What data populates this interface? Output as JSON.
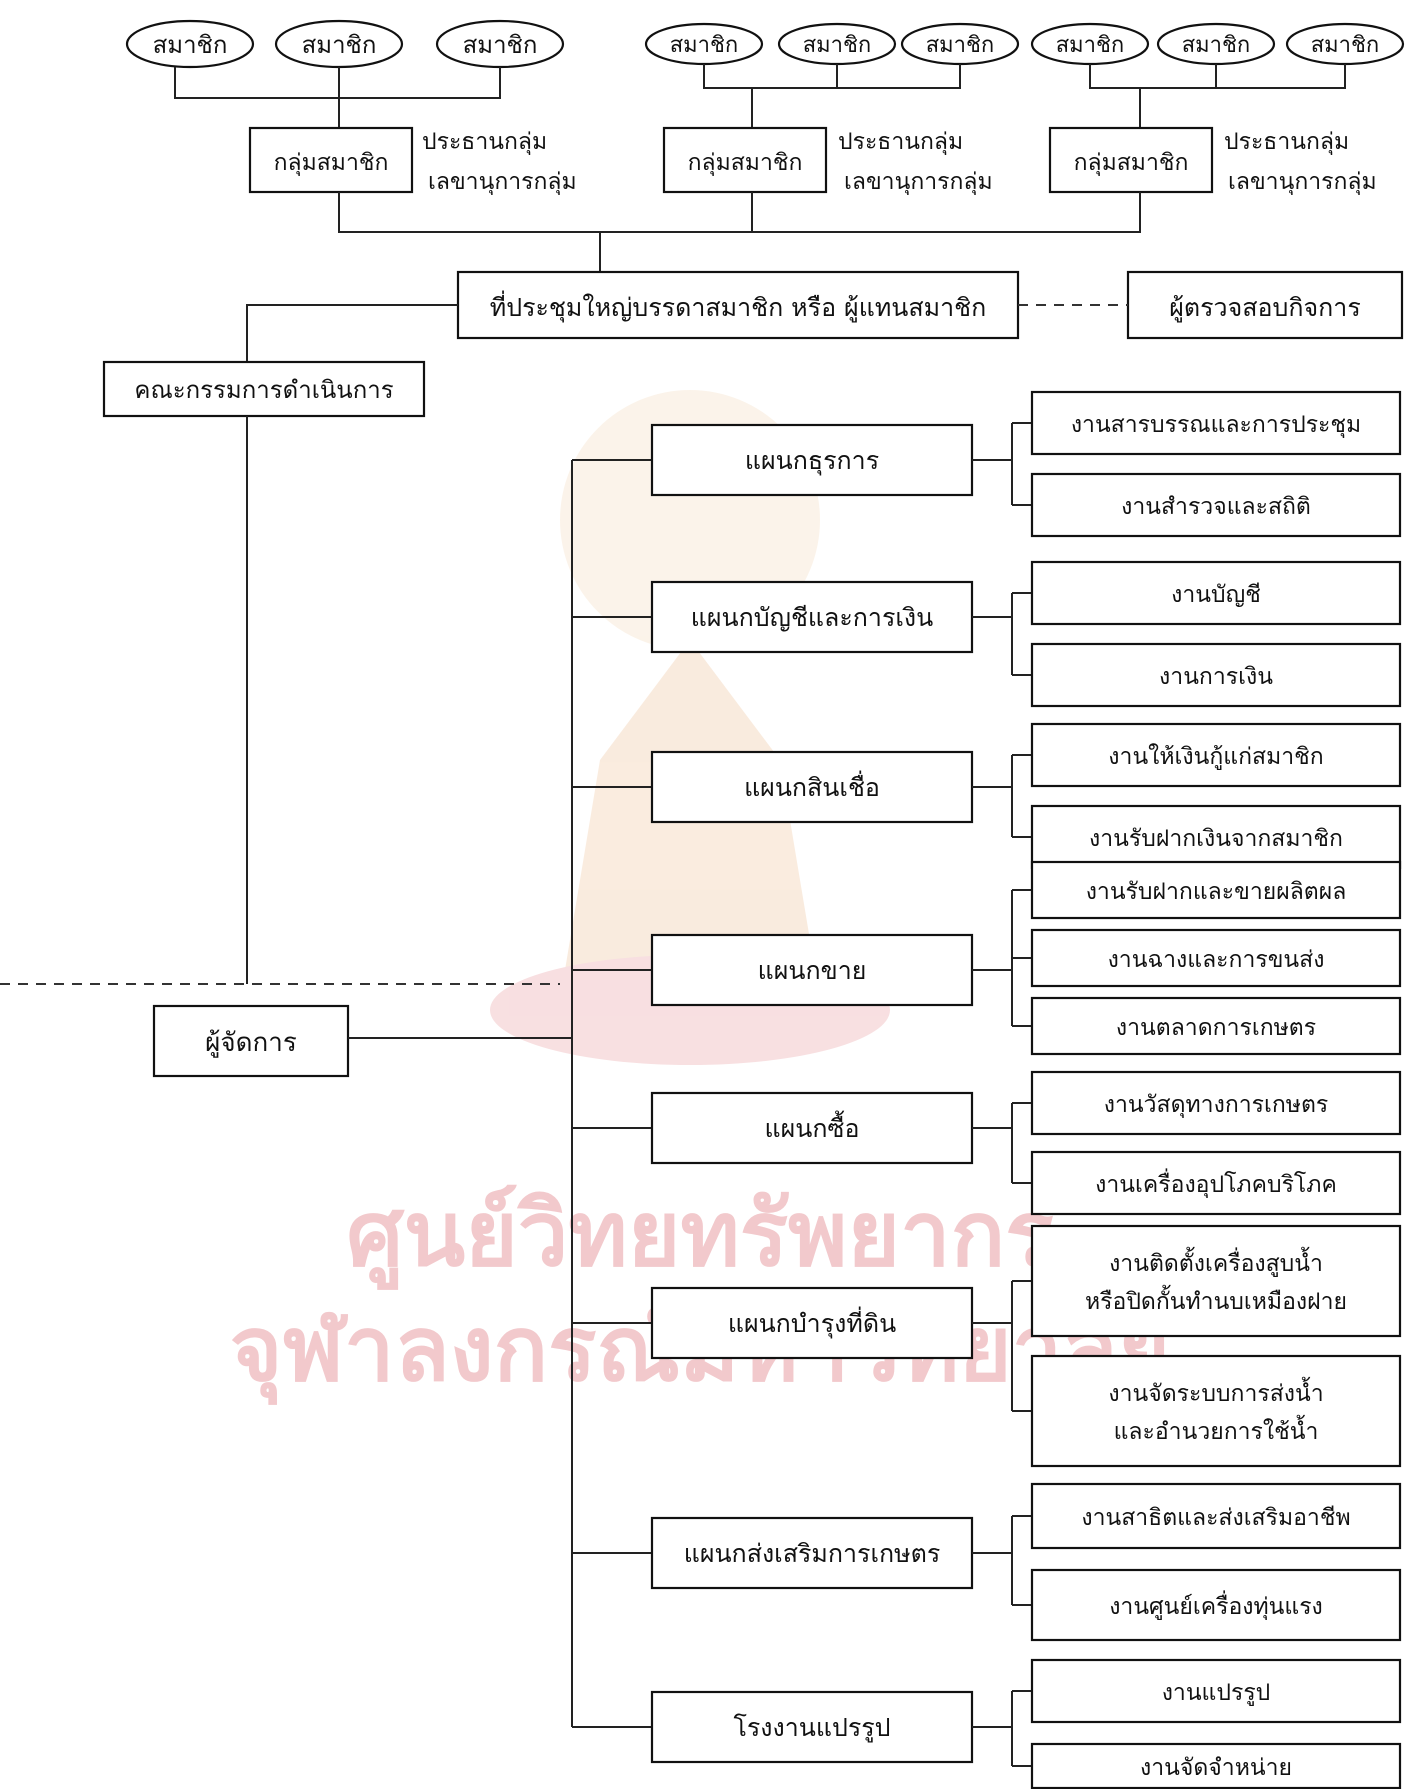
{
  "members": {
    "member_label": "สมาชิก",
    "group_label": "กลุ่มสมาชิก",
    "chair_label": "ประธานกลุ่ม",
    "secretary_label": "เลขานุการกลุ่ม"
  },
  "assembly": "ที่ประชุมใหญ่บรรดาสมาชิก หรือ ผู้แทนสมาชิก",
  "auditor": "ผู้ตรวจสอบกิจการ",
  "committee": "คณะกรรมการดำเนินการ",
  "manager": "ผู้จัดการ",
  "departments": [
    {
      "name": "แผนกธุรการ",
      "units": [
        "งานสารบรรณและการประชุม",
        "งานสำรวจและสถิติ"
      ]
    },
    {
      "name": "แผนกบัญชีและการเงิน",
      "units": [
        "งานบัญชี",
        "งานการเงิน"
      ]
    },
    {
      "name": "แผนกสินเชื่อ",
      "units": [
        "งานให้เงินกู้แก่สมาชิก",
        "งานรับฝากเงินจากสมาชิก"
      ]
    },
    {
      "name": "แผนกขาย",
      "units": [
        "งานรับฝากและขายผลิตผล",
        "งานฉางและการขนส่ง",
        "งานตลาดการเกษตร"
      ]
    },
    {
      "name": "แผนกซื้อ",
      "units": [
        "งานวัสดุทางการเกษตร",
        "งานเครื่องอุปโภคบริโภค"
      ]
    },
    {
      "name": "แผนกบำรุงที่ดิน",
      "units": [
        "งานติดตั้งเครื่องสูบน้ำ",
        "หรือปิดกั้นทำนบเหมืองฝาย",
        "งานจัดระบบการส่งน้ำ",
        "และอำนวยการใช้น้ำ"
      ]
    },
    {
      "name": "แผนกส่งเสริมการเกษตร",
      "units": [
        "งานสาธิตและส่งเสริมอาชีพ",
        "งานศูนย์เครื่องทุ่นแรง"
      ]
    },
    {
      "name": "โรงงานแปรรูป",
      "units": [
        "งานแปรรูป",
        "งานจัดจำหน่าย"
      ]
    }
  ],
  "watermark": [
    "ศูนย์วิทยทรัพยากร",
    "จุฬาลงกรณ์มหาวิทยาลัย"
  ],
  "colors": {
    "ink": "#111111",
    "watermark": "#f2c9cc",
    "paper": "#ffffff"
  }
}
